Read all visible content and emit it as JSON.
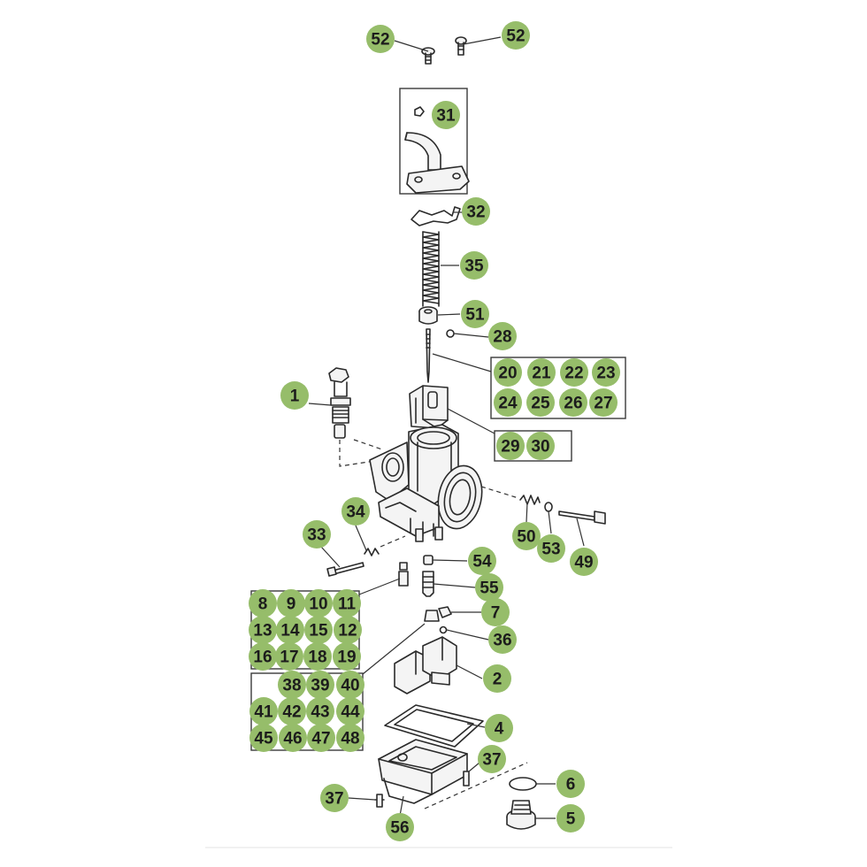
{
  "colors": {
    "callout_fill": "#96bd6a",
    "line": "#2a2a2a"
  },
  "callouts": {
    "c52a": "52",
    "c52b": "52",
    "c31": "31",
    "c32": "32",
    "c35": "35",
    "c51": "51",
    "c28": "28",
    "c20": "20",
    "c21": "21",
    "c22": "22",
    "c23": "23",
    "c24": "24",
    "c25": "25",
    "c26": "26",
    "c27": "27",
    "c29": "29",
    "c30": "30",
    "c1": "1",
    "c34": "34",
    "c33": "33",
    "c50": "50",
    "c53": "53",
    "c49": "49",
    "c54": "54",
    "c55": "55",
    "c7": "7",
    "c36": "36",
    "c2": "2",
    "c4": "4",
    "c37a": "37",
    "c37b": "37",
    "c6": "6",
    "c5": "5",
    "c56": "56",
    "c8": "8",
    "c9": "9",
    "c10": "10",
    "c11": "11",
    "c13": "13",
    "c14": "14",
    "c15": "15",
    "c12": "12",
    "c16": "16",
    "c17": "17",
    "c18": "18",
    "c19": "19",
    "c38": "38",
    "c39": "39",
    "c40": "40",
    "c41": "41",
    "c42": "42",
    "c43": "43",
    "c44": "44",
    "c45": "45",
    "c46": "46",
    "c47": "47",
    "c48": "48"
  }
}
